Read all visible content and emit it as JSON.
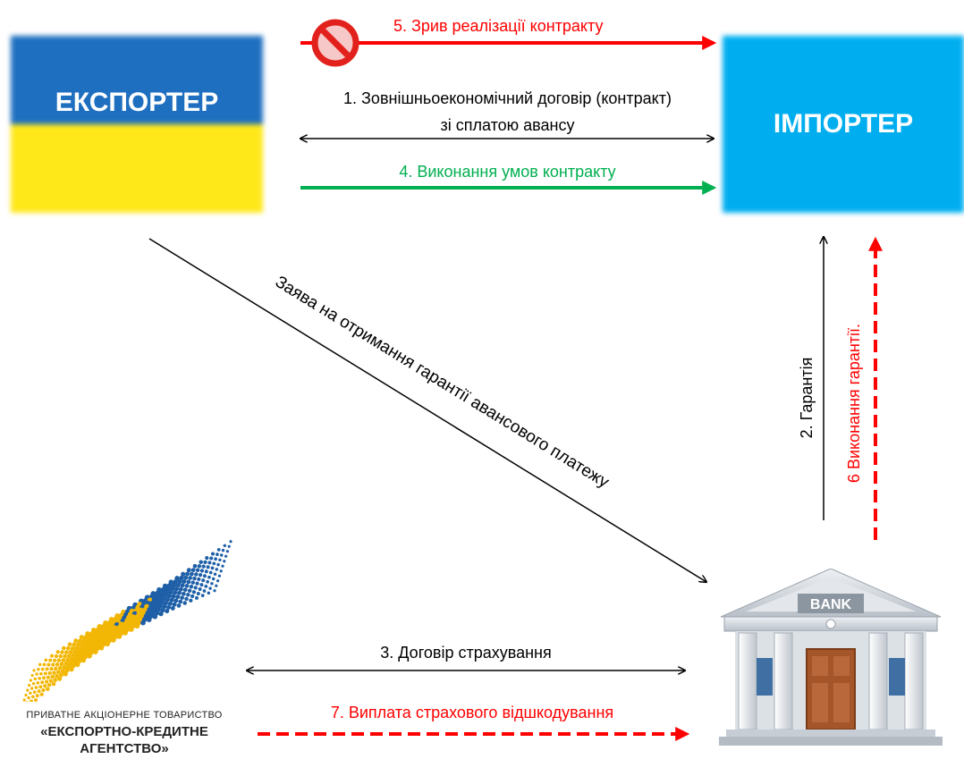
{
  "nodes": {
    "exporter": "ЕКСПОРТЕР",
    "importer": "ІМПОРТЕР"
  },
  "bank": {
    "sign": "BANK"
  },
  "edges": {
    "e5": "5. Зрив реалізації контракту",
    "e1_line1": "1. Зовнішньоекономічний договір (контракт)",
    "e1_line2": "зі сплатою авансу",
    "e4": "4. Виконання умов контракту",
    "application": "Заява на отримання гарантії авансового платежу",
    "e2": "2. Гарантія",
    "e6": "6  Виконання гарантії.",
    "e3": "3. Договір страхування",
    "e7": "7. Виплата страхового відшкодування"
  },
  "logo": {
    "line1": "ПРИВАТНЕ АКЦІОНЕРНЕ ТОВАРИСТВО",
    "line2": "«ЕКСПОРТНО-КРЕДИТНЕ",
    "line3": "АГЕНТСТВО»"
  },
  "icons": [
    "prohibition-icon",
    "bank-building-icon",
    "eca-logo-icon"
  ],
  "colors": {
    "flag_blue": "#1F6FC0",
    "flag_yellow": "#FFE81A",
    "importer_cyan": "#00AEEF",
    "red": "#FF0000",
    "green": "#00B050",
    "black": "#000000",
    "logo_yellow": "#F2B705",
    "logo_blue": "#1E5FA8"
  }
}
